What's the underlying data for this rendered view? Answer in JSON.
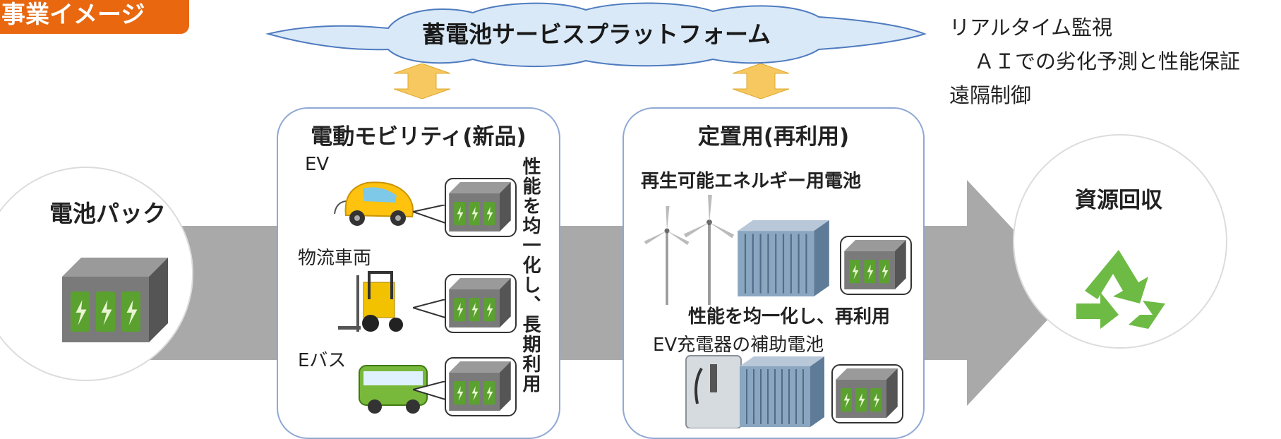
{
  "tag_label": "事業イメージ",
  "cloud_label": "蓄電池サービスプラットフォーム",
  "features": [
    "リアルタイム監視",
    "ＡＩでの劣化予測と性能保証",
    "遠隔制御"
  ],
  "battery_pack": {
    "title": "電池パック"
  },
  "mobility": {
    "title": "電動モビリティ(新品)",
    "items": [
      "EV",
      "物流車両",
      "Eバス"
    ],
    "vertical_text": "性能を均一化し、長期利用"
  },
  "stationary": {
    "title": "定置用(再利用)",
    "sub1": "再生可能エネルギー用電池",
    "reuse_text": "性能を均一化し、再利用",
    "sub2": "EV充電器の補助電池"
  },
  "recycle": {
    "title": "資源回収"
  },
  "colors": {
    "accent": "#e8670f",
    "cloud": "#d9e9f7",
    "arrow": "#f6c85f",
    "flow": "#a9a9a9",
    "panel_border": "#8fa8d4",
    "recycle": "#6dbb45"
  },
  "icons": [
    "cloud-shape",
    "double-arrow-icon",
    "battery-icon",
    "car-icon",
    "forklift-icon",
    "bus-icon",
    "wind-turbine-icon",
    "container-icon",
    "charger-icon",
    "recycle-icon"
  ]
}
